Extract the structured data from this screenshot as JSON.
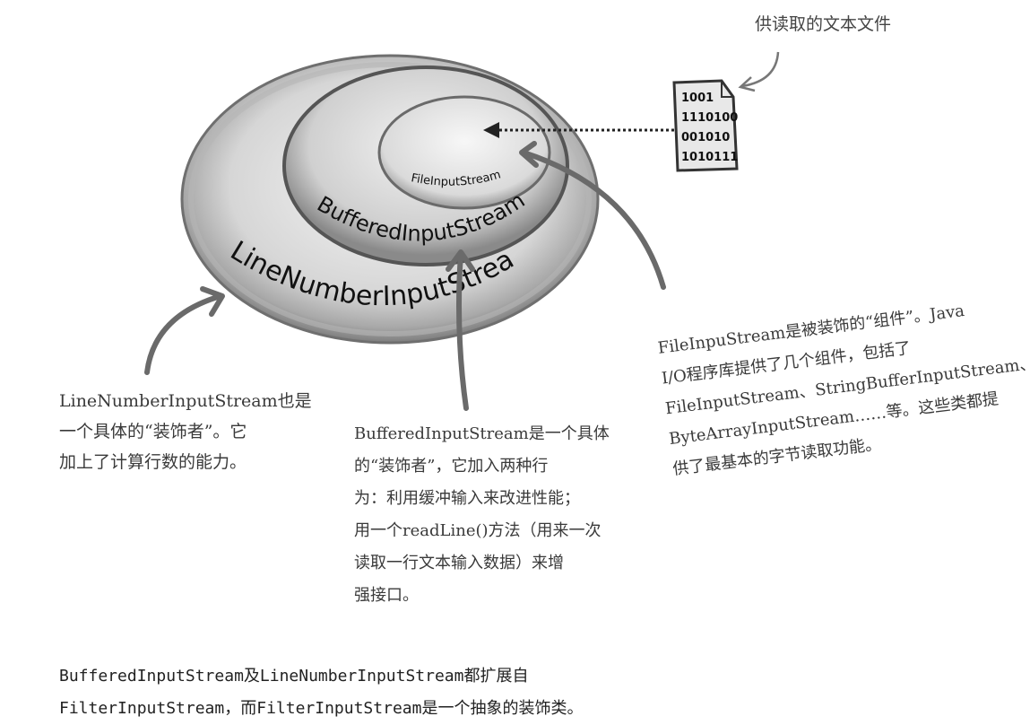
{
  "layers": {
    "outer": "LineNumberInputStream",
    "middle": "BufferedInputStream",
    "inner": "FileInputStream"
  },
  "file_icon": {
    "caption": "供读取的文本文件",
    "lines": [
      "1001",
      "1110100",
      "001010",
      "1010111"
    ]
  },
  "notes": {
    "line_number": [
      "LineNumberInputStream也是",
      "一个具体的“装饰者”。它",
      "加上了计算行数的能力。"
    ],
    "buffered": [
      "BufferedInputStream是一个具体",
      "的“装饰者”，它加入两种行",
      "为：利用缓冲输入来改进性能；",
      "用一个readLine()方法（用来一次",
      "读取一行文本输入数据）来增",
      "强接口。"
    ],
    "file_input": [
      "FileInpuStream是被装饰的“组件”。Java",
      "I/O程序库提供了几个组件，包括了",
      "FileInputStream、StringBufferInputStream、",
      "ByteArrayInputStream……等。这些类都提",
      "供了最基本的字节读取功能。"
    ]
  },
  "bottom_note": [
    "BufferedInputStream及LineNumberInputStream都扩展自",
    "FilterInputStream，而FilterInputStream是一个抽象的装饰类。"
  ]
}
